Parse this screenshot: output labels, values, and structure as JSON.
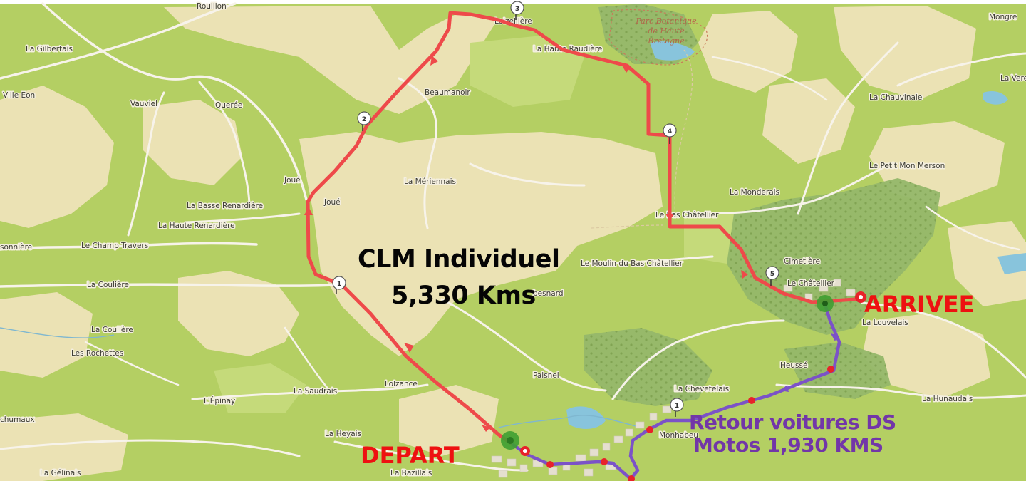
{
  "map": {
    "colors": {
      "meadow": "#b4cf63",
      "field": "#ebe2b4",
      "forest": "#95b86a",
      "water": "#88c4dc",
      "road": "#f7f3ea",
      "route_main": "#ee4a4a",
      "route_return": "#7b52c8",
      "start_marker": "#3f9e32",
      "end_marker": "#e8222a"
    },
    "places": [
      {
        "id": "rouillon",
        "name": "Rouillon"
      },
      {
        "id": "mongre",
        "name": "Mongre"
      },
      {
        "id": "la-gilbertais",
        "name": "La Gilbertais"
      },
      {
        "id": "ville-eon",
        "name": "Ville Eon"
      },
      {
        "id": "vauviel",
        "name": "Vauviel"
      },
      {
        "id": "queree",
        "name": "Querée"
      },
      {
        "id": "beaumanoir",
        "name": "Beaumanoir"
      },
      {
        "id": "lozellere",
        "name": "Loizellière"
      },
      {
        "id": "haute-raudiere",
        "name": "La Haute Raudière"
      },
      {
        "id": "la-vere",
        "name": "La Vere"
      },
      {
        "id": "la-chauvinaie",
        "name": "La Chauvinaie"
      },
      {
        "id": "petit-mon-merson",
        "name": "Le Petit Mon Merson"
      },
      {
        "id": "la-monderais",
        "name": "La Monderais"
      },
      {
        "id": "joue-1",
        "name": "Joué"
      },
      {
        "id": "joue-2",
        "name": "Joué"
      },
      {
        "id": "la-meriennais",
        "name": "La Mériennais"
      },
      {
        "id": "basse-renardiere",
        "name": "La Basse Renardière"
      },
      {
        "id": "haute-renardiere",
        "name": "La Haute Renardière"
      },
      {
        "id": "sonniere",
        "name": "sonnière"
      },
      {
        "id": "champ-travers",
        "name": "Le Champ Travers"
      },
      {
        "id": "bas-chatellier",
        "name": "Le Bas Châtellier"
      },
      {
        "id": "moulin-bas-chatellier",
        "name": "Le Moulin du Bas Châtellier"
      },
      {
        "id": "cimetiere",
        "name": "Cimetière"
      },
      {
        "id": "le-chatellier",
        "name": "Le Châtellier"
      },
      {
        "id": "la-couliere-1",
        "name": "La Coulière"
      },
      {
        "id": "la-couliere-2",
        "name": "La Coulière"
      },
      {
        "id": "besnard",
        "name": "besnard"
      },
      {
        "id": "la-louvelais",
        "name": "La Louvelais"
      },
      {
        "id": "les-rochettes",
        "name": "Les Rochettes"
      },
      {
        "id": "heusse",
        "name": "Heussé"
      },
      {
        "id": "paisnel",
        "name": "Paisnel"
      },
      {
        "id": "lolzance",
        "name": "Lolzance"
      },
      {
        "id": "la-chevetelais",
        "name": "La Chevetelais"
      },
      {
        "id": "la-hunaudais",
        "name": "La Hunaudais"
      },
      {
        "id": "lepinay",
        "name": "L'Épinay"
      },
      {
        "id": "la-saudrais",
        "name": "La Saudrais"
      },
      {
        "id": "chumaux",
        "name": "chumaux"
      },
      {
        "id": "la-heyais",
        "name": "La Heyais"
      },
      {
        "id": "monhabeu",
        "name": "Monhabeu"
      },
      {
        "id": "la-gelinais",
        "name": "La Gélinais"
      },
      {
        "id": "la-bazillais",
        "name": "La Bazillais"
      }
    ],
    "park_label": [
      "Parc Botanique",
      "de Haute",
      "Bretagne"
    ],
    "waypoints": [
      "1",
      "2",
      "3",
      "4",
      "5"
    ],
    "return_waypoint": "1"
  },
  "overlay": {
    "title_line1": "CLM Individuel",
    "title_line2": "5,330 Kms",
    "finish_label": "ARRIVEE",
    "start_label": "DEPART",
    "return_line1": "Retour voitures DS",
    "return_line2": "Motos 1,930 KMS"
  }
}
